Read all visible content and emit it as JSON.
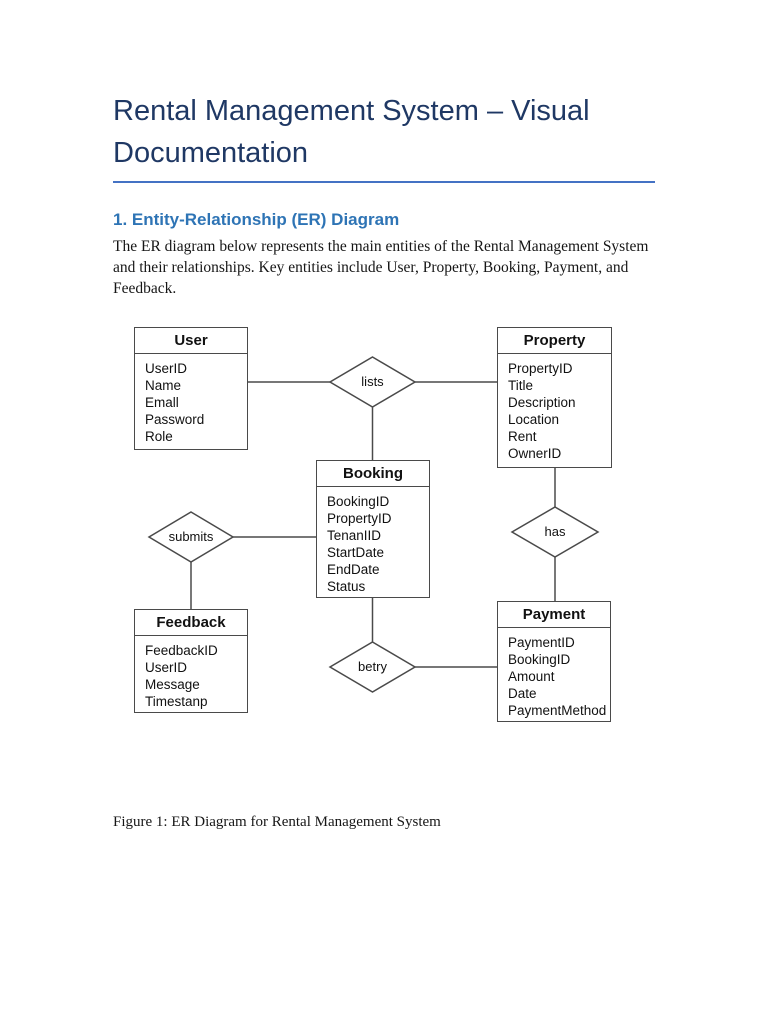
{
  "page": {
    "title": "Rental Management System – Visual Documentation",
    "section_heading": "1. Entity-Relationship (ER) Diagram",
    "intro_text": "The ER diagram below represents the main entities of the Rental Management System and their relationships. Key entities include User, Property, Booking, Payment, and Feedback.",
    "figure_caption": "Figure 1: ER Diagram for Rental Management System"
  },
  "colors": {
    "title_color": "#1f3864",
    "heading_color": "#2e74b5",
    "rule_color": "#4472c4",
    "diagram_line_color": "#4a4a4a"
  },
  "diagram": {
    "entities": [
      {
        "name": "User",
        "attributes": [
          "UserID",
          "Name",
          "Emall",
          "Password",
          "Role"
        ]
      },
      {
        "name": "Property",
        "attributes": [
          "PropertyID",
          "Title",
          "Description",
          "Location",
          "Rent",
          "OwnerID"
        ]
      },
      {
        "name": "Booking",
        "attributes": [
          "BookingID",
          "PropertyID",
          "TenanIID",
          "StartDate",
          "EndDate",
          "Status"
        ]
      },
      {
        "name": "Feedback",
        "attributes": [
          "FeedbackID",
          "UserID",
          "Message",
          "Timestanp"
        ]
      },
      {
        "name": "Payment",
        "attributes": [
          "PaymentID",
          "BookingID",
          "Amount",
          "Date",
          "PaymentMethod"
        ]
      }
    ],
    "relationships": [
      {
        "label": "lists",
        "connects": [
          "User",
          "Property",
          "Booking"
        ]
      },
      {
        "label": "submits",
        "connects": [
          "Booking",
          "Feedback"
        ]
      },
      {
        "label": "has",
        "connects": [
          "Property",
          "Payment"
        ]
      },
      {
        "label": "betry",
        "connects": [
          "Booking",
          "Payment"
        ]
      }
    ]
  }
}
